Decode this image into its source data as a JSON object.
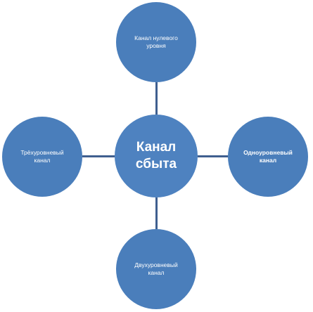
{
  "diagram": {
    "center": {
      "label": "Канал\nсбыта"
    },
    "top": {
      "label": "Канал нулевого\nуровня"
    },
    "left": {
      "label": "Трёхуровневый\nканал"
    },
    "right": {
      "label": "Одноуровневый\nканал"
    },
    "bottom": {
      "label": "Двухуровневый\nканал"
    }
  },
  "colors": {
    "node_fill": "#4a7ebb",
    "connector": "#3f5f8f",
    "text": "#ffffff"
  }
}
